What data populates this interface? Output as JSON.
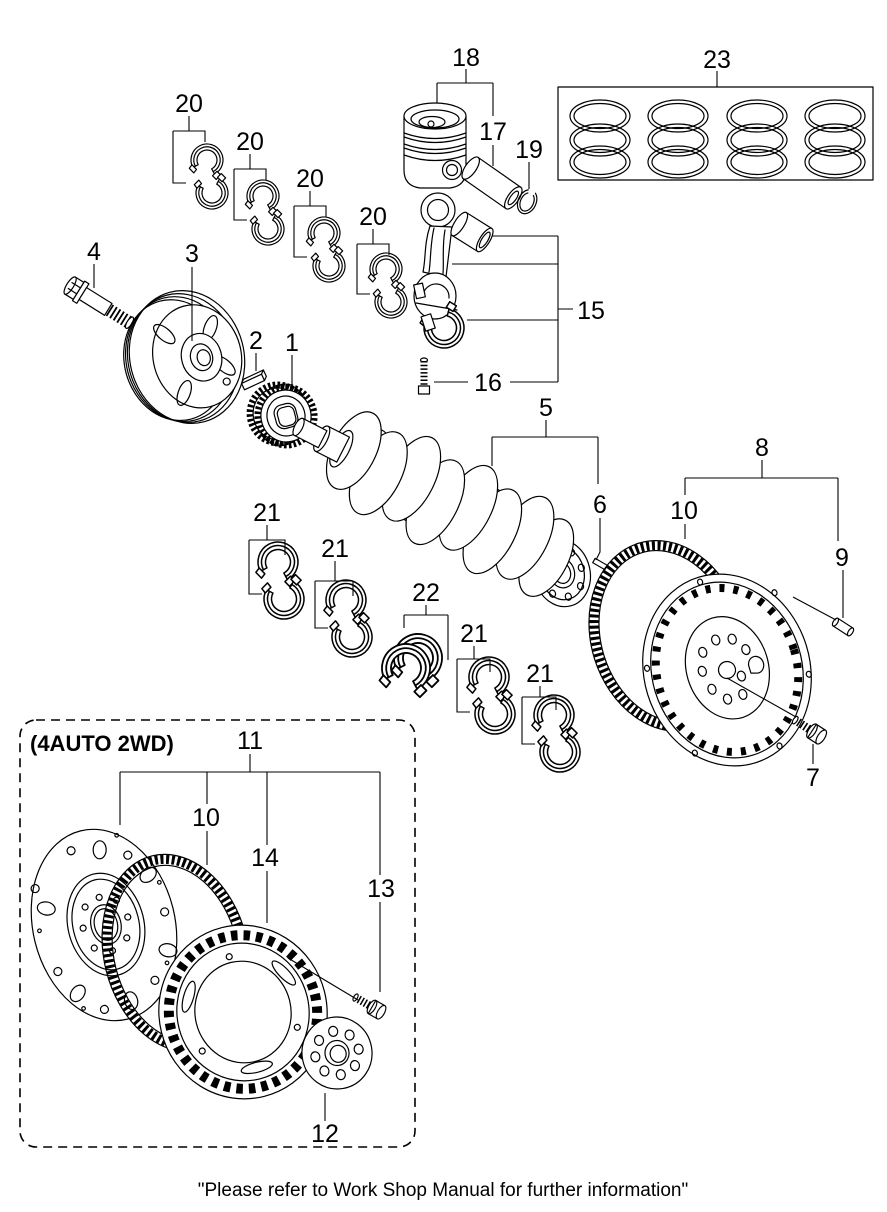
{
  "labels": {
    "1": "1",
    "2": "2",
    "3": "3",
    "4": "4",
    "5": "5",
    "6": "6",
    "7": "7",
    "8": "8",
    "9": "9",
    "10": "10",
    "11": "11",
    "12": "12",
    "13": "13",
    "14": "14",
    "15": "15",
    "16": "16",
    "17": "17",
    "18": "18",
    "19": "19",
    "20": "20",
    "21": "21",
    "22": "22",
    "23": "23"
  },
  "variant_label": "(4AUTO 2WD)",
  "footer_note": "\"Please refer to Work Shop Manual for further information\""
}
